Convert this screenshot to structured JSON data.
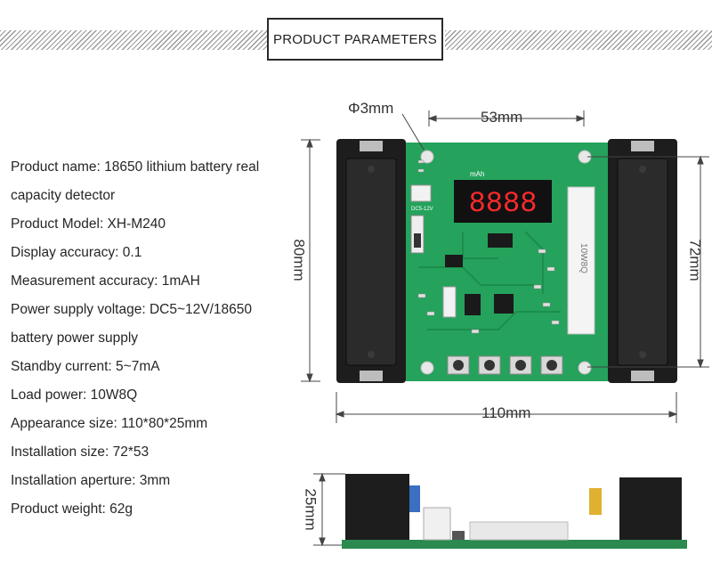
{
  "title": "PRODUCT PARAMETERS",
  "params": [
    "Product name: 18650 lithium battery real",
    "capacity detector",
    "Product Model: XH-M240",
    "Display accuracy: 0.1",
    "Measurement accuracy: 1mAH",
    "Power supply voltage: DC5~12V/18650",
    "battery power supply",
    "Standby current: 5~7mA",
    "Load power: 10W8Q",
    "Appearance size: 110*80*25mm",
    "Installation size: 72*53",
    "Installation aperture: 3mm",
    "Product weight: 62g"
  ],
  "dimensions": {
    "hole": "Φ3mm",
    "width_inner": "53mm",
    "height_outer": "80mm",
    "height_inner": "72mm",
    "width_outer": "110mm",
    "depth": "25mm"
  },
  "board": {
    "display": "8888",
    "display_unit": "mAh",
    "switch_label": "DC5-12V",
    "resistor_label": "10W8Q"
  },
  "colors": {
    "pcb": "#23a05a",
    "holder": "#1c1c1c",
    "display_segments": "#ff2a2a"
  }
}
